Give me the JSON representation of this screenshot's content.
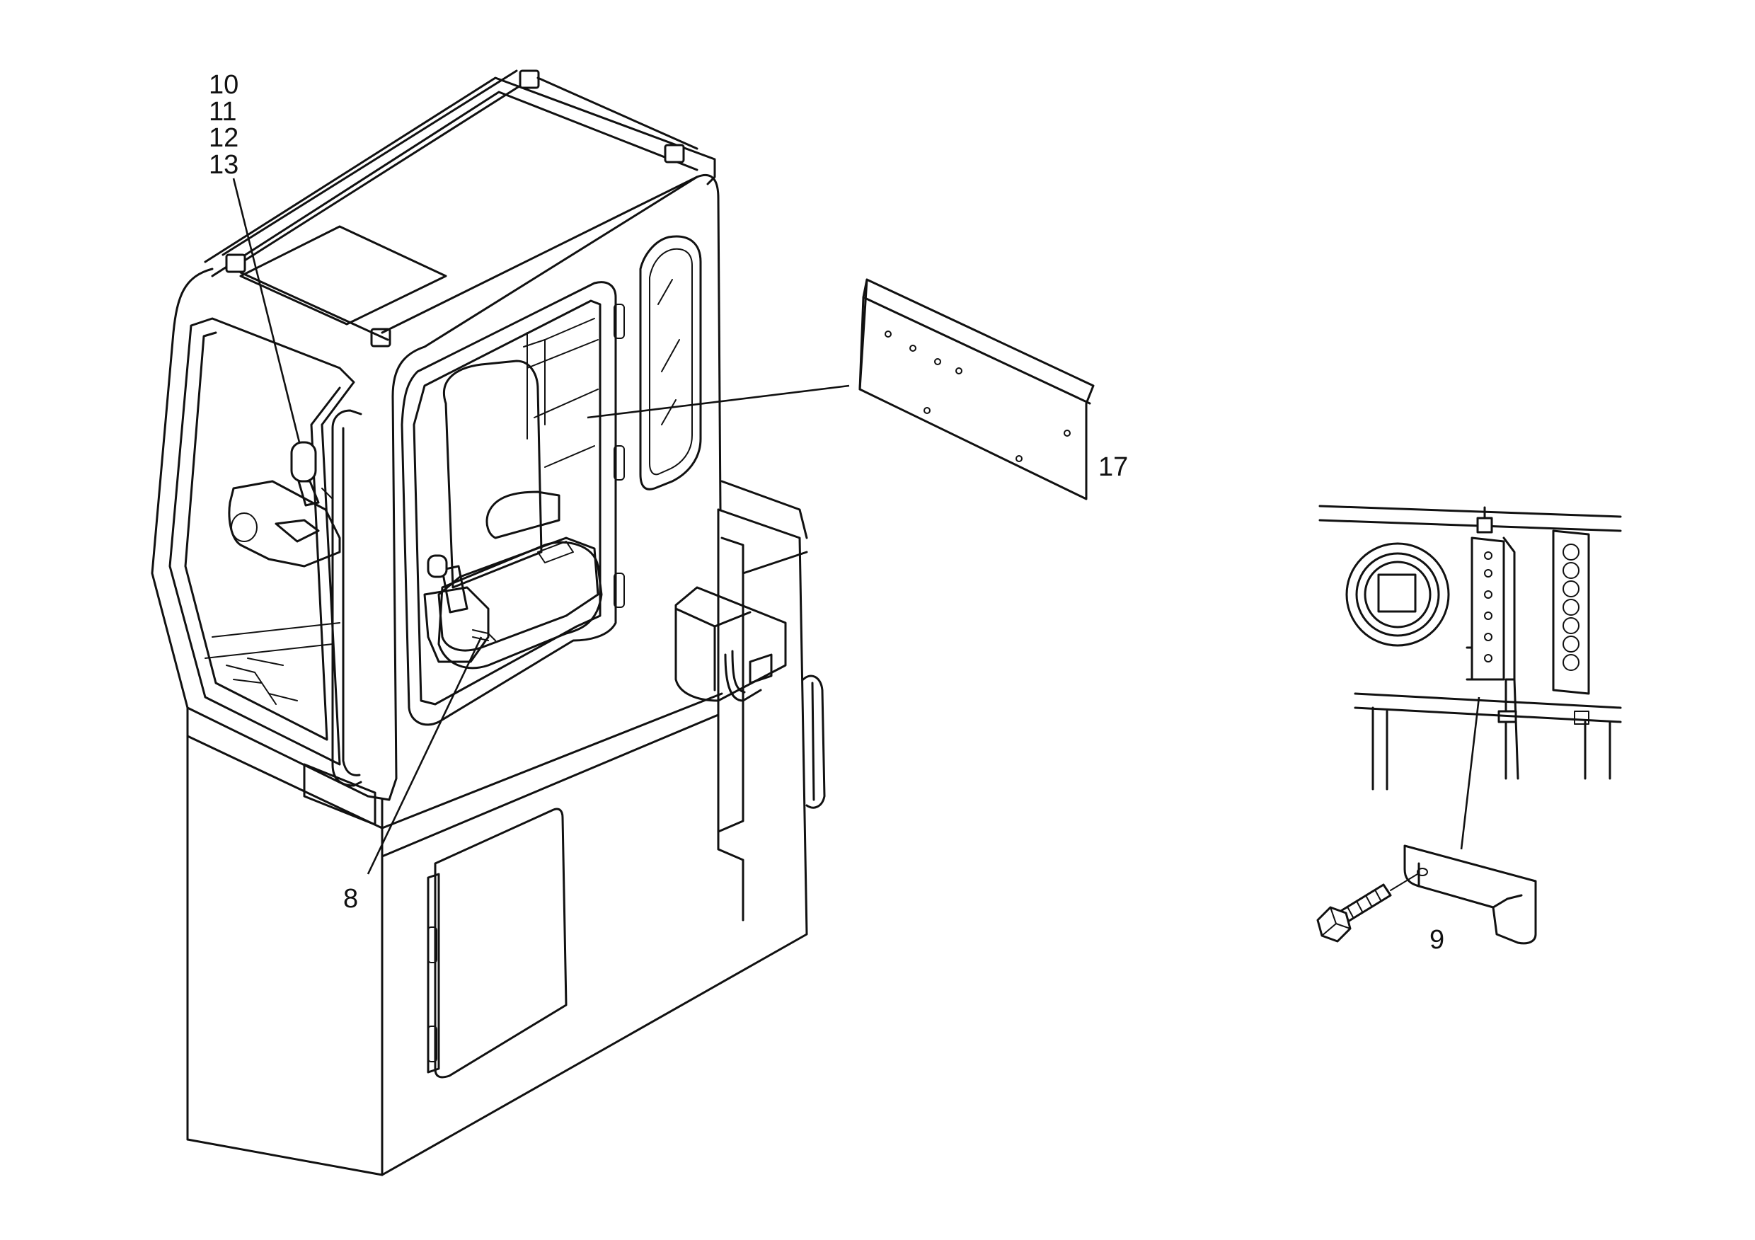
{
  "callouts": {
    "stack_10": "10",
    "stack_11": "11",
    "stack_12": "12",
    "stack_13": "13",
    "item_8": "8",
    "item_17": "17",
    "item_9": "9"
  },
  "colors": {
    "line": "#111111",
    "background": "#ffffff"
  }
}
